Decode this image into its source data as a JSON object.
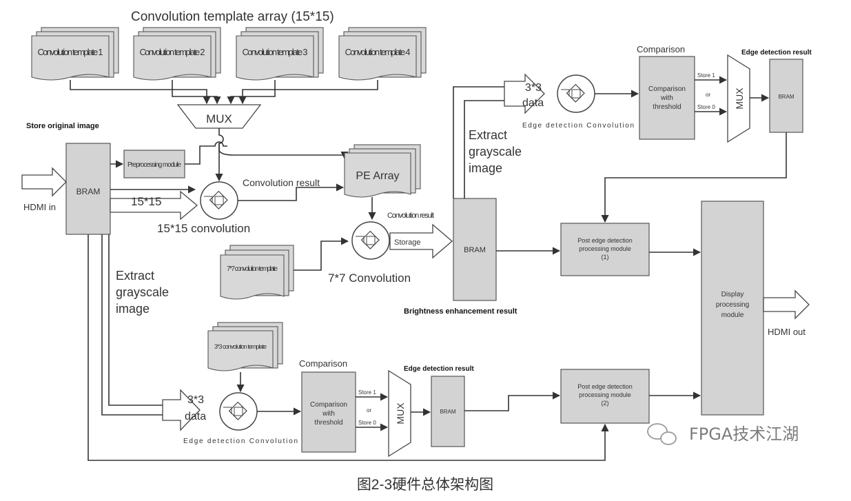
{
  "title_array": "Convolution template array  (15*15)",
  "templates": [
    "Convolution template 1",
    "Convolution template 2",
    "Convolution template 3",
    "Convolution template 4"
  ],
  "mux_top": "MUX",
  "store_original": "Store original image",
  "hdmi_in": "HDMI in",
  "bram_left": "BRAM",
  "preprocessing": "Preprocessing module",
  "input_15x15": "15*15",
  "conv_15x15": "15*15 convolution",
  "conv_result": "Convolution result",
  "pe_array": "PE Array",
  "extract_gray_left": "Extract grayscale image",
  "template_7x7": "7*7 convolution template",
  "conv_7x7": "7*7 Convolution",
  "conv_result_storage": "Convolution result",
  "storage": "Storage",
  "bram_middle": "BRAM",
  "brightness_result": "Brightness enhancement result",
  "extract_gray_right": "Extract grayscale image",
  "top_branch": {
    "data_label": "3*3 data",
    "edge_conv": "Edge detection Convolution",
    "comparison_title": "Comparison",
    "comparison_box": "Comparison with threshold",
    "store1": "Store 1",
    "or": "or",
    "store0": "Store 0",
    "mux": "MUX",
    "edge_result": "Edge detection result",
    "bram": "BRAM"
  },
  "post_edge_1": "Post edge detection processing module (1)",
  "display_module": "Display processing module",
  "hdmi_out": "HDMI out",
  "bottom_branch": {
    "template_3x3": "3*3 convolution template",
    "data_label": "3*3 data",
    "edge_conv": "Edge detection Convolution",
    "comparison_title": "Comparison",
    "comparison_box": "Comparison with threshold",
    "store1": "Store 1",
    "or": "or",
    "store0": "Store 0",
    "mux": "MUX",
    "edge_result": "Edge detection result",
    "bram": "BRAM"
  },
  "post_edge_2": "Post edge detection processing module (2)",
  "watermark": "FPGA技术江湖",
  "caption": "图2-3硬件总体架构图"
}
